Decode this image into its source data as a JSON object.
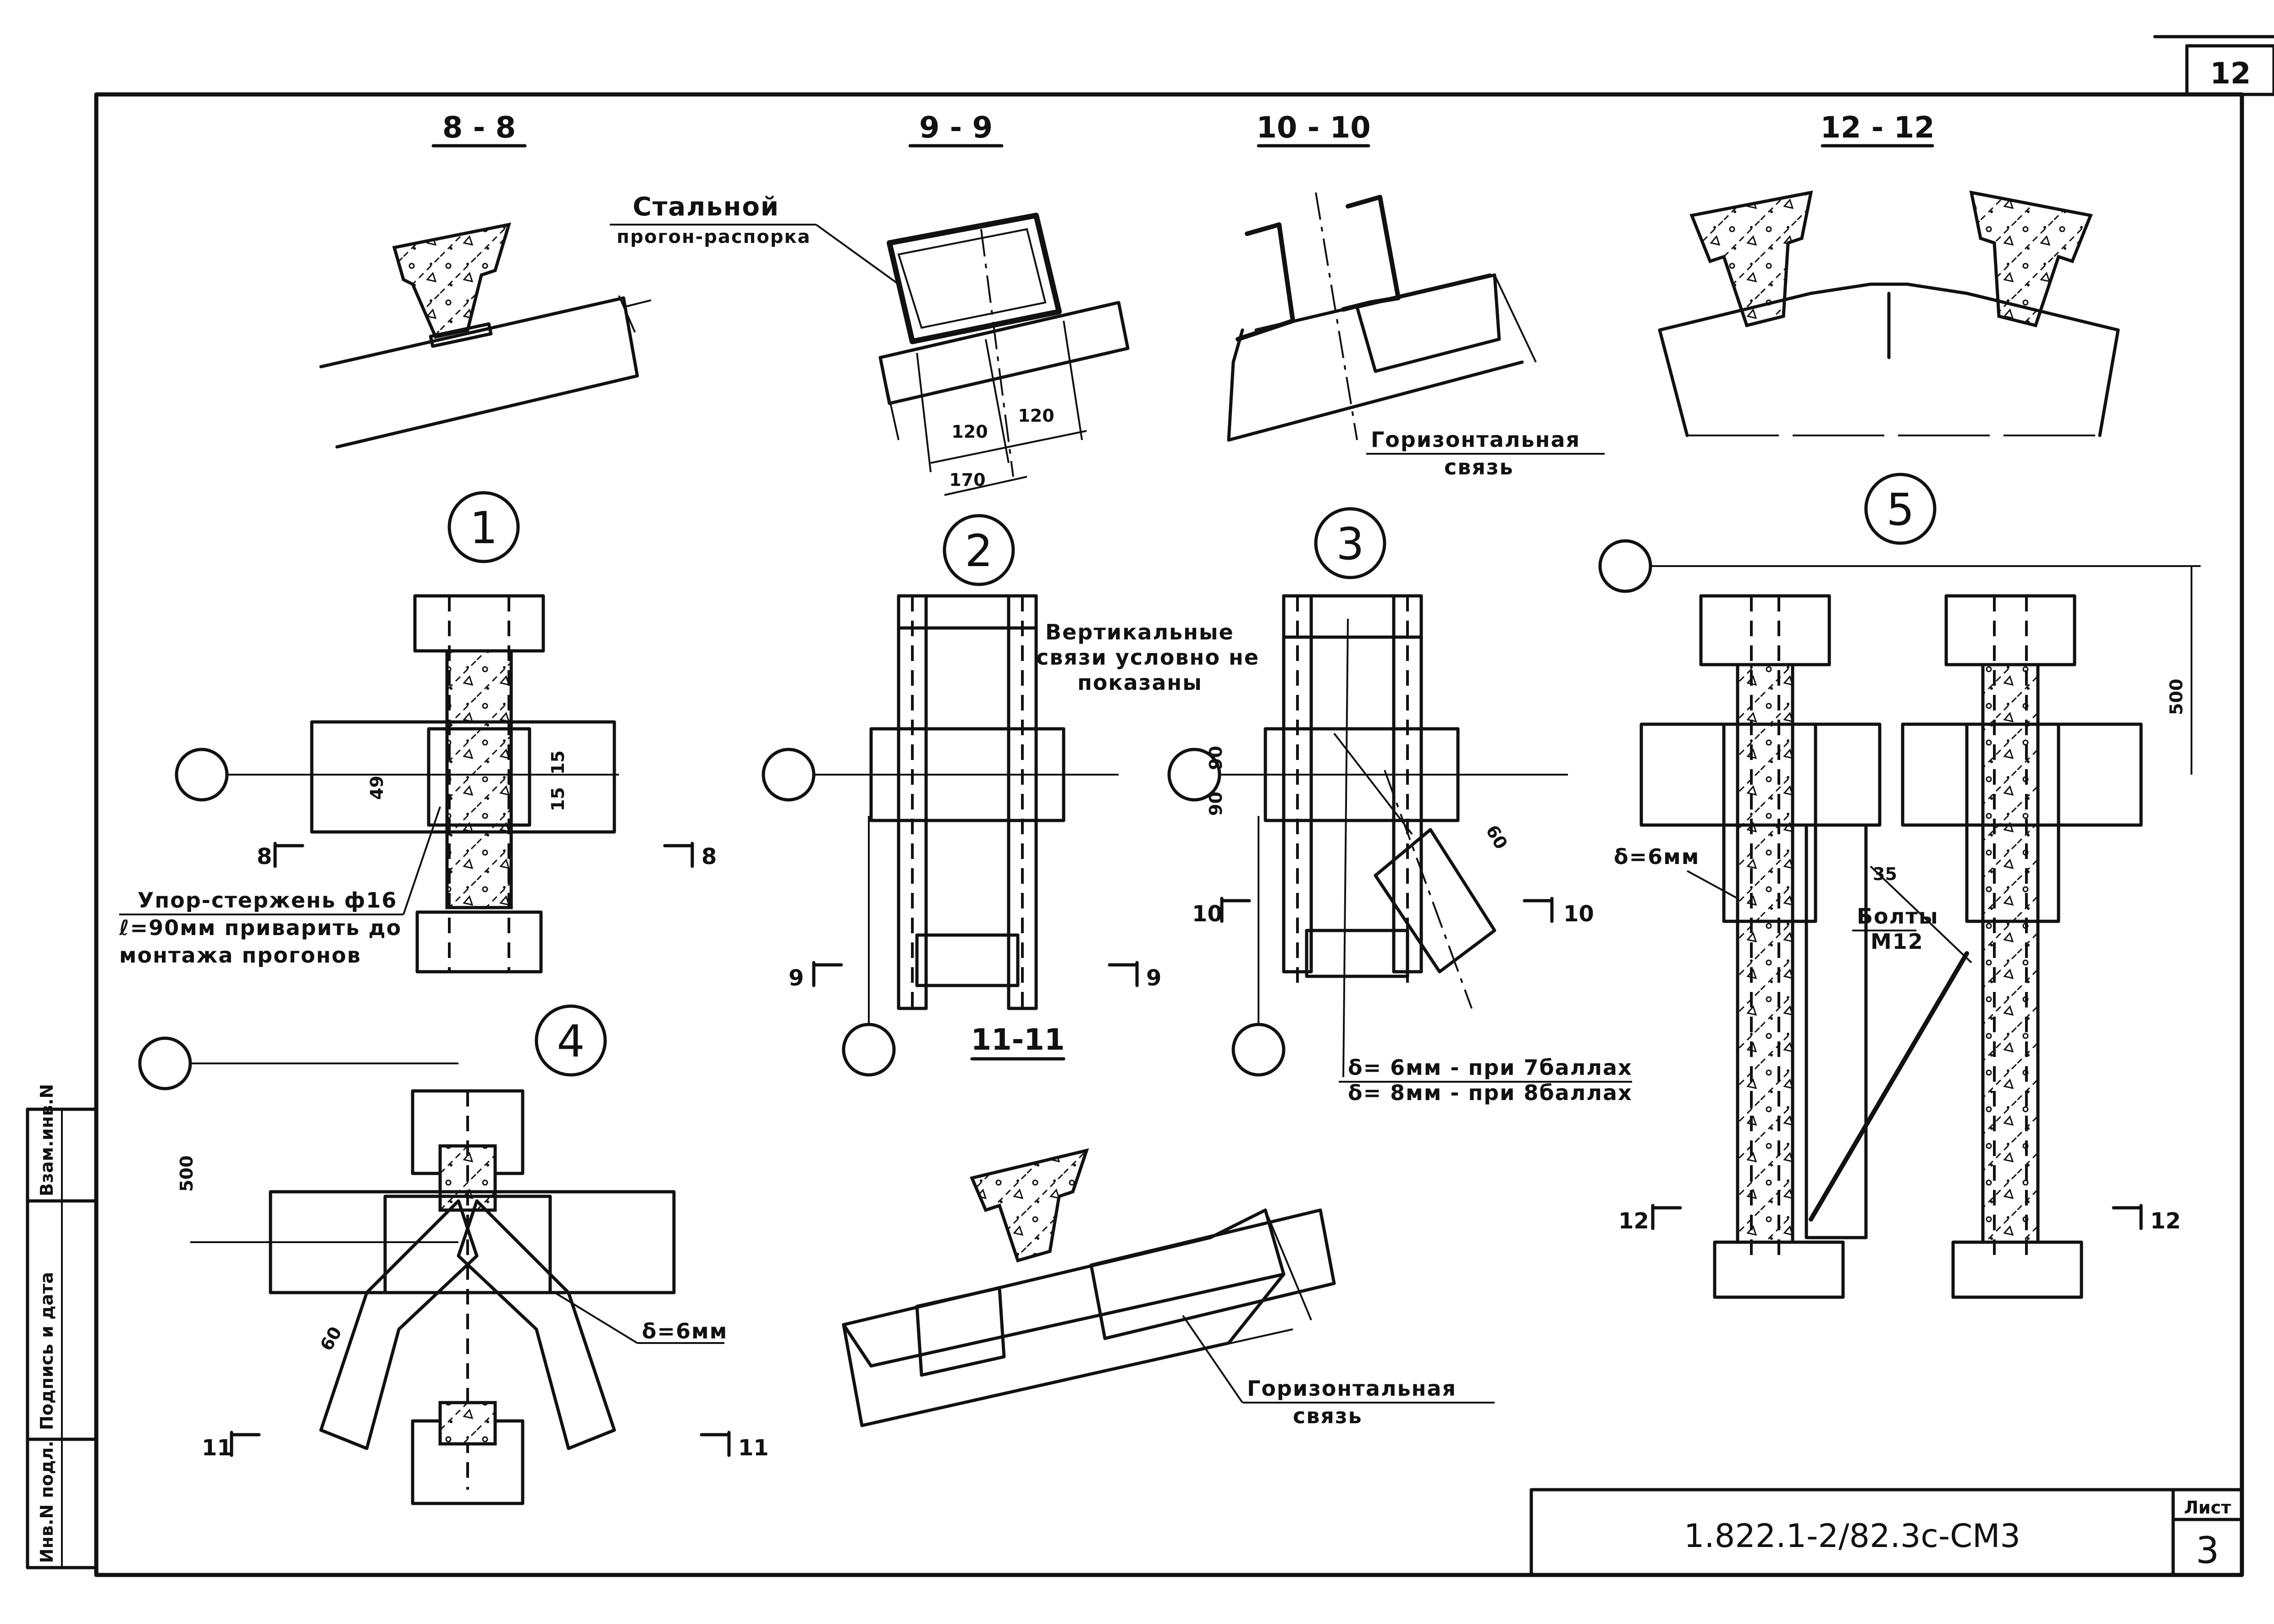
{
  "sheet_number": "12",
  "sections": {
    "s8": "8 - 8",
    "s9": "9 - 9",
    "s10": "10 - 10",
    "s12": "12 - 12",
    "s11": "11-11"
  },
  "nodes": {
    "n1": "1",
    "n2": "2",
    "n3": "3",
    "n4": "4",
    "n5": "5"
  },
  "labels": {
    "purlin_line1": "Стальной",
    "purlin_line2": "прогон-распорка",
    "hbrace_top_line1": "Горизонтальная",
    "hbrace_top_line2": "связь",
    "vert_line1": "Вертикальные",
    "vert_line2": "связи условно не",
    "vert_line3": "показаны",
    "stop_line1": "Упор-стержень ф16",
    "stop_line2": "ℓ=90мм приварить до",
    "stop_line3": "монтажа прогонов",
    "delta_7": "δ= 6мм - при 7баллах",
    "delta_8": "δ= 8мм - при 8баллах",
    "delta_node4": "δ=6мм",
    "delta_node5": "δ=6мм",
    "bolts_line1": "Болты",
    "bolts_line2": "М12",
    "hbrace_bot_line1": "Горизонтальная",
    "hbrace_bot_line2": "связь"
  },
  "dims": {
    "d120a": "120",
    "d120b": "120",
    "d170": "170",
    "d49": "49",
    "d15a": "15",
    "d15b": "15",
    "d90a": "90",
    "d90b": "90",
    "d60_3": "60",
    "d500_5": "500",
    "d35": "35",
    "d500_4": "500",
    "d60_4": "60"
  },
  "cuts": {
    "c8l": "8",
    "c8r": "8",
    "c9l": "9",
    "c9r": "9",
    "c10l": "10",
    "c10r": "10",
    "c11l": "11",
    "c11r": "11",
    "c12l": "12",
    "c12r": "12"
  },
  "side_stamp": {
    "inv_podl": "Инв.N подл.",
    "podpis": "Подпись и дата",
    "vzam": "Взам.инв.N"
  },
  "title_block": {
    "code": "1.822.1-2/82.3с-СМ3",
    "sheet_label": "Лист",
    "sheet_value": "3"
  }
}
